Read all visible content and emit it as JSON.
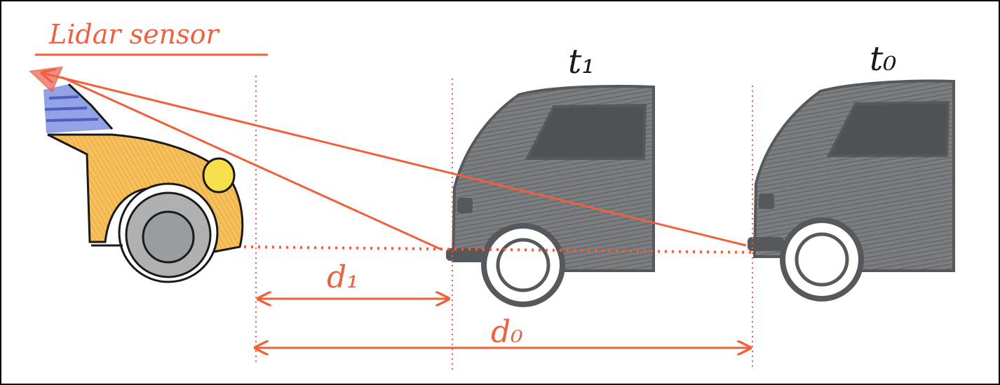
{
  "labels": {
    "sensor": "Lidar sensor",
    "time_near": "t₁",
    "time_far": "t₀",
    "dist_near": "d₁",
    "dist_far": "d₀"
  },
  "colors": {
    "accent": "#f0603c",
    "van": "#6b6f72",
    "car_body": "#f3b43a",
    "car_window": "#6f7fd8",
    "outline": "#1a1a1a",
    "frame": "#000000"
  },
  "icons": {
    "car": "sensor-car-icon",
    "van_near": "van-icon",
    "van_far": "van-icon",
    "sensor": "lidar-emitter-icon"
  }
}
